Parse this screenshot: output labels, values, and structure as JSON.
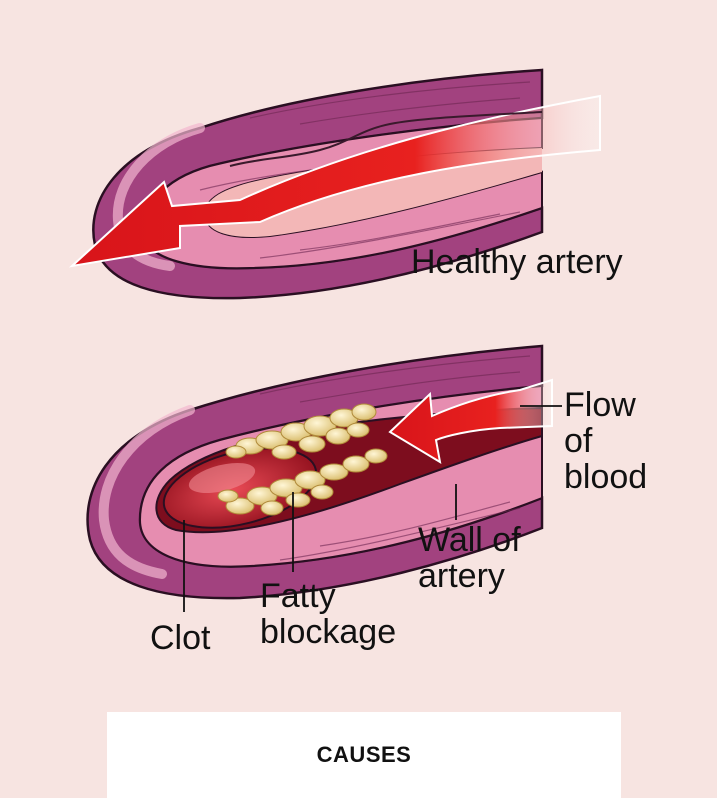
{
  "labels": {
    "healthy": "Healthy artery",
    "flow_l1": "Flow",
    "flow_l2": "of",
    "flow_l3": "blood",
    "wall_l1": "Wall of",
    "wall_l2": "artery",
    "fatty_l1": "Fatty",
    "fatty_l2": "blockage",
    "clot": "Clot"
  },
  "caption": "CAUSES",
  "colors": {
    "background": "#f7e4e1",
    "wall_outer": "#a2427f",
    "wall_pink": "#e48fb2",
    "lumen": "#b3122a",
    "arrow": "#e8211f",
    "fat": "#f0dc9a"
  }
}
